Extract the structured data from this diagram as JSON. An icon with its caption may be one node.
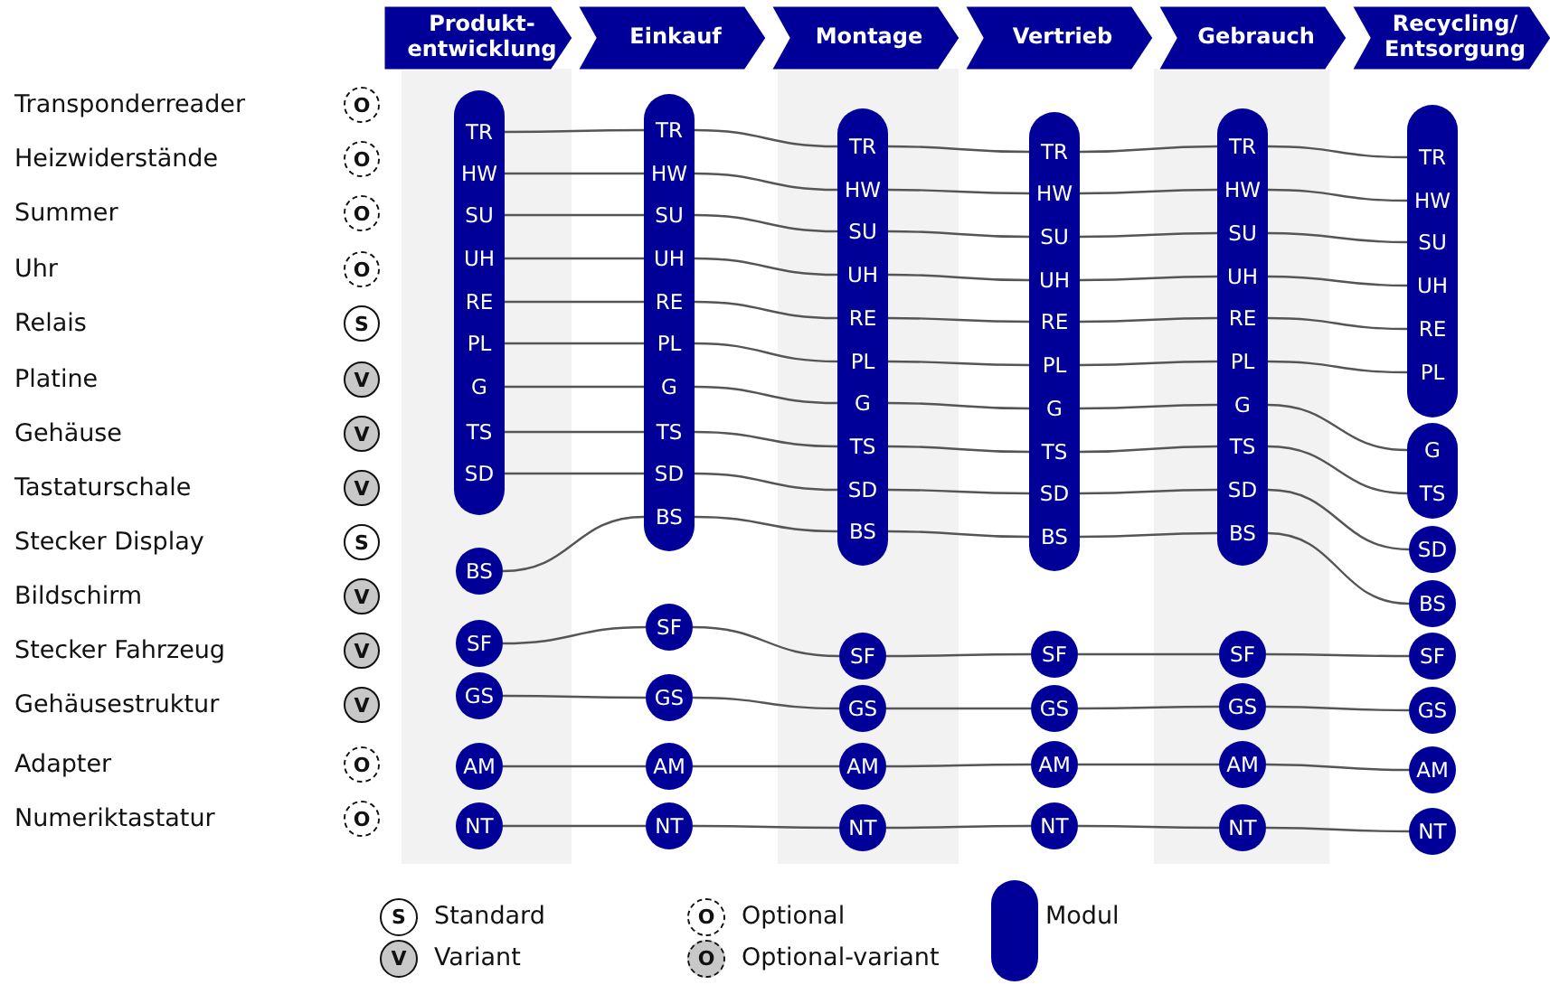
{
  "diagram": {
    "nodes": [
      {
        "text": [
          "Produkt-entwicklung"
        ]
      },
      {
        "text": [
          "Einkauf"
        ]
      },
      {
        "text": [
          "Montage"
        ]
      },
      {
        "text": [
          "Vertrieb"
        ]
      },
      {
        "text": [
          "Gebrauch"
        ]
      },
      {
        "text": [
          "Recycling/ Entsorgung"
        ]
      },
      {
        "text": [
          "O"
        ]
      },
      {
        "text": [
          "O"
        ]
      },
      {
        "text": [
          "O"
        ]
      },
      {
        "text": [
          "O"
        ]
      },
      {
        "text": [
          "S"
        ]
      },
      {
        "text": [
          "V"
        ]
      },
      {
        "text": [
          "V"
        ]
      },
      {
        "text": [
          "V"
        ]
      },
      {
        "text": [
          "S"
        ]
      },
      {
        "text": [
          "V"
        ]
      },
      {
        "text": [
          "V"
        ]
      },
      {
        "text": [
          "V"
        ]
      },
      {
        "text": [
          "O"
        ]
      },
      {
        "text": [
          "O"
        ]
      },
      {
        "text": [],
        "shape": "bar"
      },
      {
        "text": [
          "TR"
        ],
        "in": 20
      },
      {
        "text": [
          "HW"
        ],
        "in": 20
      },
      {
        "text": [
          "SU"
        ],
        "in": 20
      },
      {
        "text": [
          "UH"
        ],
        "in": 20
      },
      {
        "text": [
          "RE"
        ],
        "in": 20
      },
      {
        "text": [
          "PL"
        ],
        "in": 20
      },
      {
        "text": [
          "G"
        ],
        "in": 20
      },
      {
        "text": [
          "TS"
        ],
        "in": 20
      },
      {
        "text": [
          "SD"
        ],
        "in": 20
      },
      {
        "text": [
          "BS"
        ]
      },
      {
        "text": [
          "SF"
        ]
      },
      {
        "text": [
          "GS"
        ]
      },
      {
        "text": [
          "AM"
        ]
      },
      {
        "text": [
          "NT"
        ]
      },
      {
        "text": [],
        "shape": "bar"
      },
      {
        "text": [
          "TR"
        ],
        "in": 35
      },
      {
        "text": [
          "HW"
        ],
        "in": 35
      },
      {
        "text": [
          "SU"
        ],
        "in": 35
      },
      {
        "text": [
          "UH"
        ],
        "in": 35
      },
      {
        "text": [
          "RE"
        ],
        "in": 35
      },
      {
        "text": [
          "PL"
        ],
        "in": 35
      },
      {
        "text": [
          "G"
        ],
        "in": 35
      },
      {
        "text": [
          "TS"
        ],
        "in": 35
      },
      {
        "text": [
          "SD"
        ],
        "in": 35
      },
      {
        "text": [
          "BS"
        ],
        "in": 35
      },
      {
        "text": [
          "SF"
        ]
      },
      {
        "text": [
          "GS"
        ]
      },
      {
        "text": [
          "AM"
        ]
      },
      {
        "text": [
          "NT"
        ]
      },
      {
        "text": [],
        "shape": "bar"
      },
      {
        "text": [
          "TR"
        ],
        "in": 50
      },
      {
        "text": [
          "HW"
        ],
        "in": 50
      },
      {
        "text": [
          "SU"
        ],
        "in": 50
      },
      {
        "text": [
          "UH"
        ],
        "in": 50
      },
      {
        "text": [
          "RE"
        ],
        "in": 50
      },
      {
        "text": [
          "PL"
        ],
        "in": 50
      },
      {
        "text": [
          "G"
        ],
        "in": 50
      },
      {
        "text": [
          "TS"
        ],
        "in": 50
      },
      {
        "text": [
          "SD"
        ],
        "in": 50
      },
      {
        "text": [
          "BS"
        ],
        "in": 50
      },
      {
        "text": [
          "SF"
        ]
      },
      {
        "text": [
          "GS"
        ]
      },
      {
        "text": [
          "AM"
        ]
      },
      {
        "text": [
          "NT"
        ]
      },
      {
        "text": [],
        "shape": "bar"
      },
      {
        "text": [
          "TR"
        ],
        "in": 65
      },
      {
        "text": [
          "HW"
        ],
        "in": 65
      },
      {
        "text": [
          "SU"
        ],
        "in": 65
      },
      {
        "text": [
          "UH"
        ],
        "in": 65
      },
      {
        "text": [
          "RE"
        ],
        "in": 65
      },
      {
        "text": [
          "PL"
        ],
        "in": 65
      },
      {
        "text": [
          "G"
        ],
        "in": 65
      },
      {
        "text": [
          "TS"
        ],
        "in": 65
      },
      {
        "text": [
          "SD"
        ],
        "in": 65
      },
      {
        "text": [
          "BS"
        ],
        "in": 65
      },
      {
        "text": [
          "SF"
        ]
      },
      {
        "text": [
          "GS"
        ]
      },
      {
        "text": [
          "AM"
        ]
      },
      {
        "text": [
          "NT"
        ]
      },
      {
        "text": [],
        "shape": "bar"
      },
      {
        "text": [
          "TR"
        ],
        "in": 80
      },
      {
        "text": [
          "HW"
        ],
        "in": 80
      },
      {
        "text": [
          "SU"
        ],
        "in": 80
      },
      {
        "text": [
          "UH"
        ],
        "in": 80
      },
      {
        "text": [
          "RE"
        ],
        "in": 80
      },
      {
        "text": [
          "PL"
        ],
        "in": 80
      },
      {
        "text": [
          "G"
        ],
        "in": 80
      },
      {
        "text": [
          "TS"
        ],
        "in": 80
      },
      {
        "text": [
          "SD"
        ],
        "in": 80
      },
      {
        "text": [
          "BS"
        ],
        "in": 80
      },
      {
        "text": [
          "SF"
        ]
      },
      {
        "text": [
          "GS"
        ]
      },
      {
        "text": [
          "AM"
        ]
      },
      {
        "text": [
          "NT"
        ]
      },
      {
        "text": [],
        "shape": "bar"
      },
      {
        "text": [
          "TR"
        ],
        "in": 95
      },
      {
        "text": [
          "HW"
        ],
        "in": 95
      },
      {
        "text": [
          "SU"
        ],
        "in": 95
      },
      {
        "text": [
          "UH"
        ],
        "in": 95
      },
      {
        "text": [
          "RE"
        ],
        "in": 95
      },
      {
        "text": [
          "PL"
        ],
        "in": 95
      },
      {
        "text": [],
        "shape": "bar"
      },
      {
        "text": [
          "G"
        ],
        "in": 102
      },
      {
        "text": [
          "TS"
        ],
        "in": 102
      },
      {
        "text": [
          "SD"
        ]
      },
      {
        "text": [
          "BS"
        ]
      },
      {
        "text": [
          "SF"
        ]
      },
      {
        "text": [
          "GS"
        ]
      },
      {
        "text": [
          "AM"
        ]
      },
      {
        "text": [
          "NT"
        ]
      }
    ],
    "edges": [
      {
        "from": 21,
        "to": 36,
        "arrow": "none"
      },
      {
        "from": 22,
        "to": 37,
        "arrow": "none"
      },
      {
        "from": 23,
        "to": 38,
        "arrow": "none"
      },
      {
        "from": 24,
        "to": 39,
        "arrow": "none"
      },
      {
        "from": 25,
        "to": 40,
        "arrow": "none"
      },
      {
        "from": 26,
        "to": 41,
        "arrow": "none"
      },
      {
        "from": 27,
        "to": 42,
        "arrow": "none"
      },
      {
        "from": 28,
        "to": 43,
        "arrow": "none"
      },
      {
        "from": 29,
        "to": 44,
        "arrow": "none"
      },
      {
        "from": 30,
        "to": 45,
        "arrow": "none"
      },
      {
        "from": 31,
        "to": 46,
        "arrow": "none"
      },
      {
        "from": 32,
        "to": 47,
        "arrow": "none"
      },
      {
        "from": 33,
        "to": 48,
        "arrow": "none"
      },
      {
        "from": 34,
        "to": 49,
        "arrow": "none"
      },
      {
        "from": 36,
        "to": 51,
        "arrow": "none"
      },
      {
        "from": 37,
        "to": 52,
        "arrow": "none"
      },
      {
        "from": 38,
        "to": 53,
        "arrow": "none"
      },
      {
        "from": 39,
        "to": 54,
        "arrow": "none"
      },
      {
        "from": 40,
        "to": 55,
        "arrow": "none"
      },
      {
        "from": 41,
        "to": 56,
        "arrow": "none"
      },
      {
        "from": 42,
        "to": 57,
        "arrow": "none"
      },
      {
        "from": 43,
        "to": 58,
        "arrow": "none"
      },
      {
        "from": 44,
        "to": 59,
        "arrow": "none"
      },
      {
        "from": 45,
        "to": 60,
        "arrow": "none"
      },
      {
        "from": 46,
        "to": 61,
        "arrow": "none"
      },
      {
        "from": 47,
        "to": 62,
        "arrow": "none"
      },
      {
        "from": 48,
        "to": 63,
        "arrow": "none"
      },
      {
        "from": 49,
        "to": 64,
        "arrow": "none"
      },
      {
        "from": 51,
        "to": 66,
        "arrow": "none"
      },
      {
        "from": 52,
        "to": 67,
        "arrow": "none"
      },
      {
        "from": 53,
        "to": 68,
        "arrow": "none"
      },
      {
        "from": 54,
        "to": 69,
        "arrow": "none"
      },
      {
        "from": 55,
        "to": 70,
        "arrow": "none"
      },
      {
        "from": 56,
        "to": 71,
        "arrow": "none"
      },
      {
        "from": 57,
        "to": 72,
        "arrow": "none"
      },
      {
        "from": 58,
        "to": 73,
        "arrow": "none"
      },
      {
        "from": 59,
        "to": 74,
        "arrow": "none"
      },
      {
        "from": 60,
        "to": 75,
        "arrow": "none"
      },
      {
        "from": 61,
        "to": 76,
        "arrow": "none"
      },
      {
        "from": 62,
        "to": 77,
        "arrow": "none"
      },
      {
        "from": 63,
        "to": 78,
        "arrow": "none"
      },
      {
        "from": 64,
        "to": 79,
        "arrow": "none"
      },
      {
        "from": 66,
        "to": 81,
        "arrow": "none"
      },
      {
        "from": 67,
        "to": 82,
        "arrow": "none"
      },
      {
        "from": 68,
        "to": 83,
        "arrow": "none"
      },
      {
        "from": 69,
        "to": 84,
        "arrow": "none"
      },
      {
        "from": 70,
        "to": 85,
        "arrow": "none"
      },
      {
        "from": 71,
        "to": 86,
        "arrow": "none"
      },
      {
        "from": 72,
        "to": 87,
        "arrow": "none"
      },
      {
        "from": 73,
        "to": 88,
        "arrow": "none"
      },
      {
        "from": 74,
        "to": 89,
        "arrow": "none"
      },
      {
        "from": 75,
        "to": 90,
        "arrow": "none"
      },
      {
        "from": 76,
        "to": 91,
        "arrow": "none"
      },
      {
        "from": 77,
        "to": 92,
        "arrow": "none"
      },
      {
        "from": 78,
        "to": 93,
        "arrow": "none"
      },
      {
        "from": 79,
        "to": 94,
        "arrow": "none"
      },
      {
        "from": 81,
        "to": 96,
        "arrow": "none"
      },
      {
        "from": 82,
        "to": 97,
        "arrow": "none"
      },
      {
        "from": 83,
        "to": 98,
        "arrow": "none"
      },
      {
        "from": 84,
        "to": 99,
        "arrow": "none"
      },
      {
        "from": 85,
        "to": 100,
        "arrow": "none"
      },
      {
        "from": 86,
        "to": 101,
        "arrow": "none"
      },
      {
        "from": 87,
        "to": 103,
        "arrow": "none"
      },
      {
        "from": 88,
        "to": 104,
        "arrow": "none"
      },
      {
        "from": 89,
        "to": 105,
        "arrow": "none"
      },
      {
        "from": 90,
        "to": 106,
        "arrow": "none"
      },
      {
        "from": 91,
        "to": 107,
        "arrow": "none"
      },
      {
        "from": 92,
        "to": 108,
        "arrow": "none"
      },
      {
        "from": 93,
        "to": 109,
        "arrow": "none"
      },
      {
        "from": 94,
        "to": 110,
        "arrow": "none"
      }
    ],
    "labels": [
      "Transponderreader",
      "Heizwiderstände",
      "Summer",
      "Uhr",
      "Relais",
      "Platine",
      "Gehäuse",
      "Tastaturschale",
      "Stecker Display",
      "Bildschirm",
      "Stecker Fahrzeug",
      "Gehäusestruktur",
      "Adapter",
      "Numeriktastatur",
      "S",
      "O",
      "V",
      "O"
    ],
    "legend": [
      {
        "text": "Standard"
      },
      {
        "text": "Optional"
      },
      {
        "text": "Modul"
      },
      {
        "text": "Variant"
      },
      {
        "text": "Optional-variant"
      }
    ]
  }
}
